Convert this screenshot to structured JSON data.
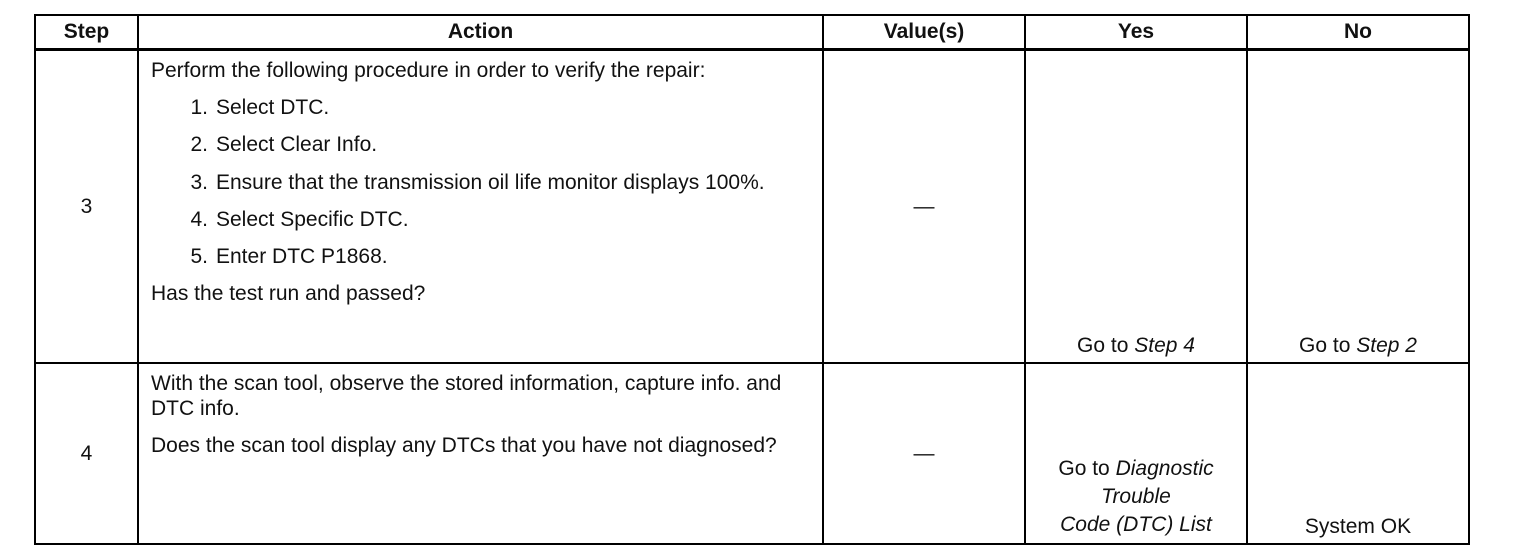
{
  "table": {
    "headers": {
      "step": "Step",
      "action": "Action",
      "values": "Value(s)",
      "yes": "Yes",
      "no": "No"
    },
    "rows": [
      {
        "step": "3",
        "intro": "Perform the following procedure in order to verify the repair:",
        "steps": [
          {
            "num": "1.",
            "text": "Select DTC."
          },
          {
            "num": "2.",
            "text": "Select Clear Info."
          },
          {
            "num": "3.",
            "text": "Ensure that the transmission oil life monitor displays 100%."
          },
          {
            "num": "4.",
            "text": "Select Specific DTC."
          },
          {
            "num": "5.",
            "text": "Enter DTC P1868."
          }
        ],
        "question": "Has the test run and passed?",
        "value": "—",
        "yes_prefix": "Go to",
        "yes_link": "Step 4",
        "no_prefix": "Go to",
        "no_link": "Step 2"
      },
      {
        "step": "4",
        "intro": "With the scan tool, observe the stored information, capture info. and DTC info.",
        "question": "Does the scan tool display any DTCs that you have not diagnosed?",
        "value": "—",
        "yes_prefix": "Go to",
        "yes_link_line1": "Diagnostic",
        "yes_link_line2": "Trouble",
        "yes_link_line3": "Code (DTC) List",
        "no_text": "System OK"
      }
    ]
  }
}
